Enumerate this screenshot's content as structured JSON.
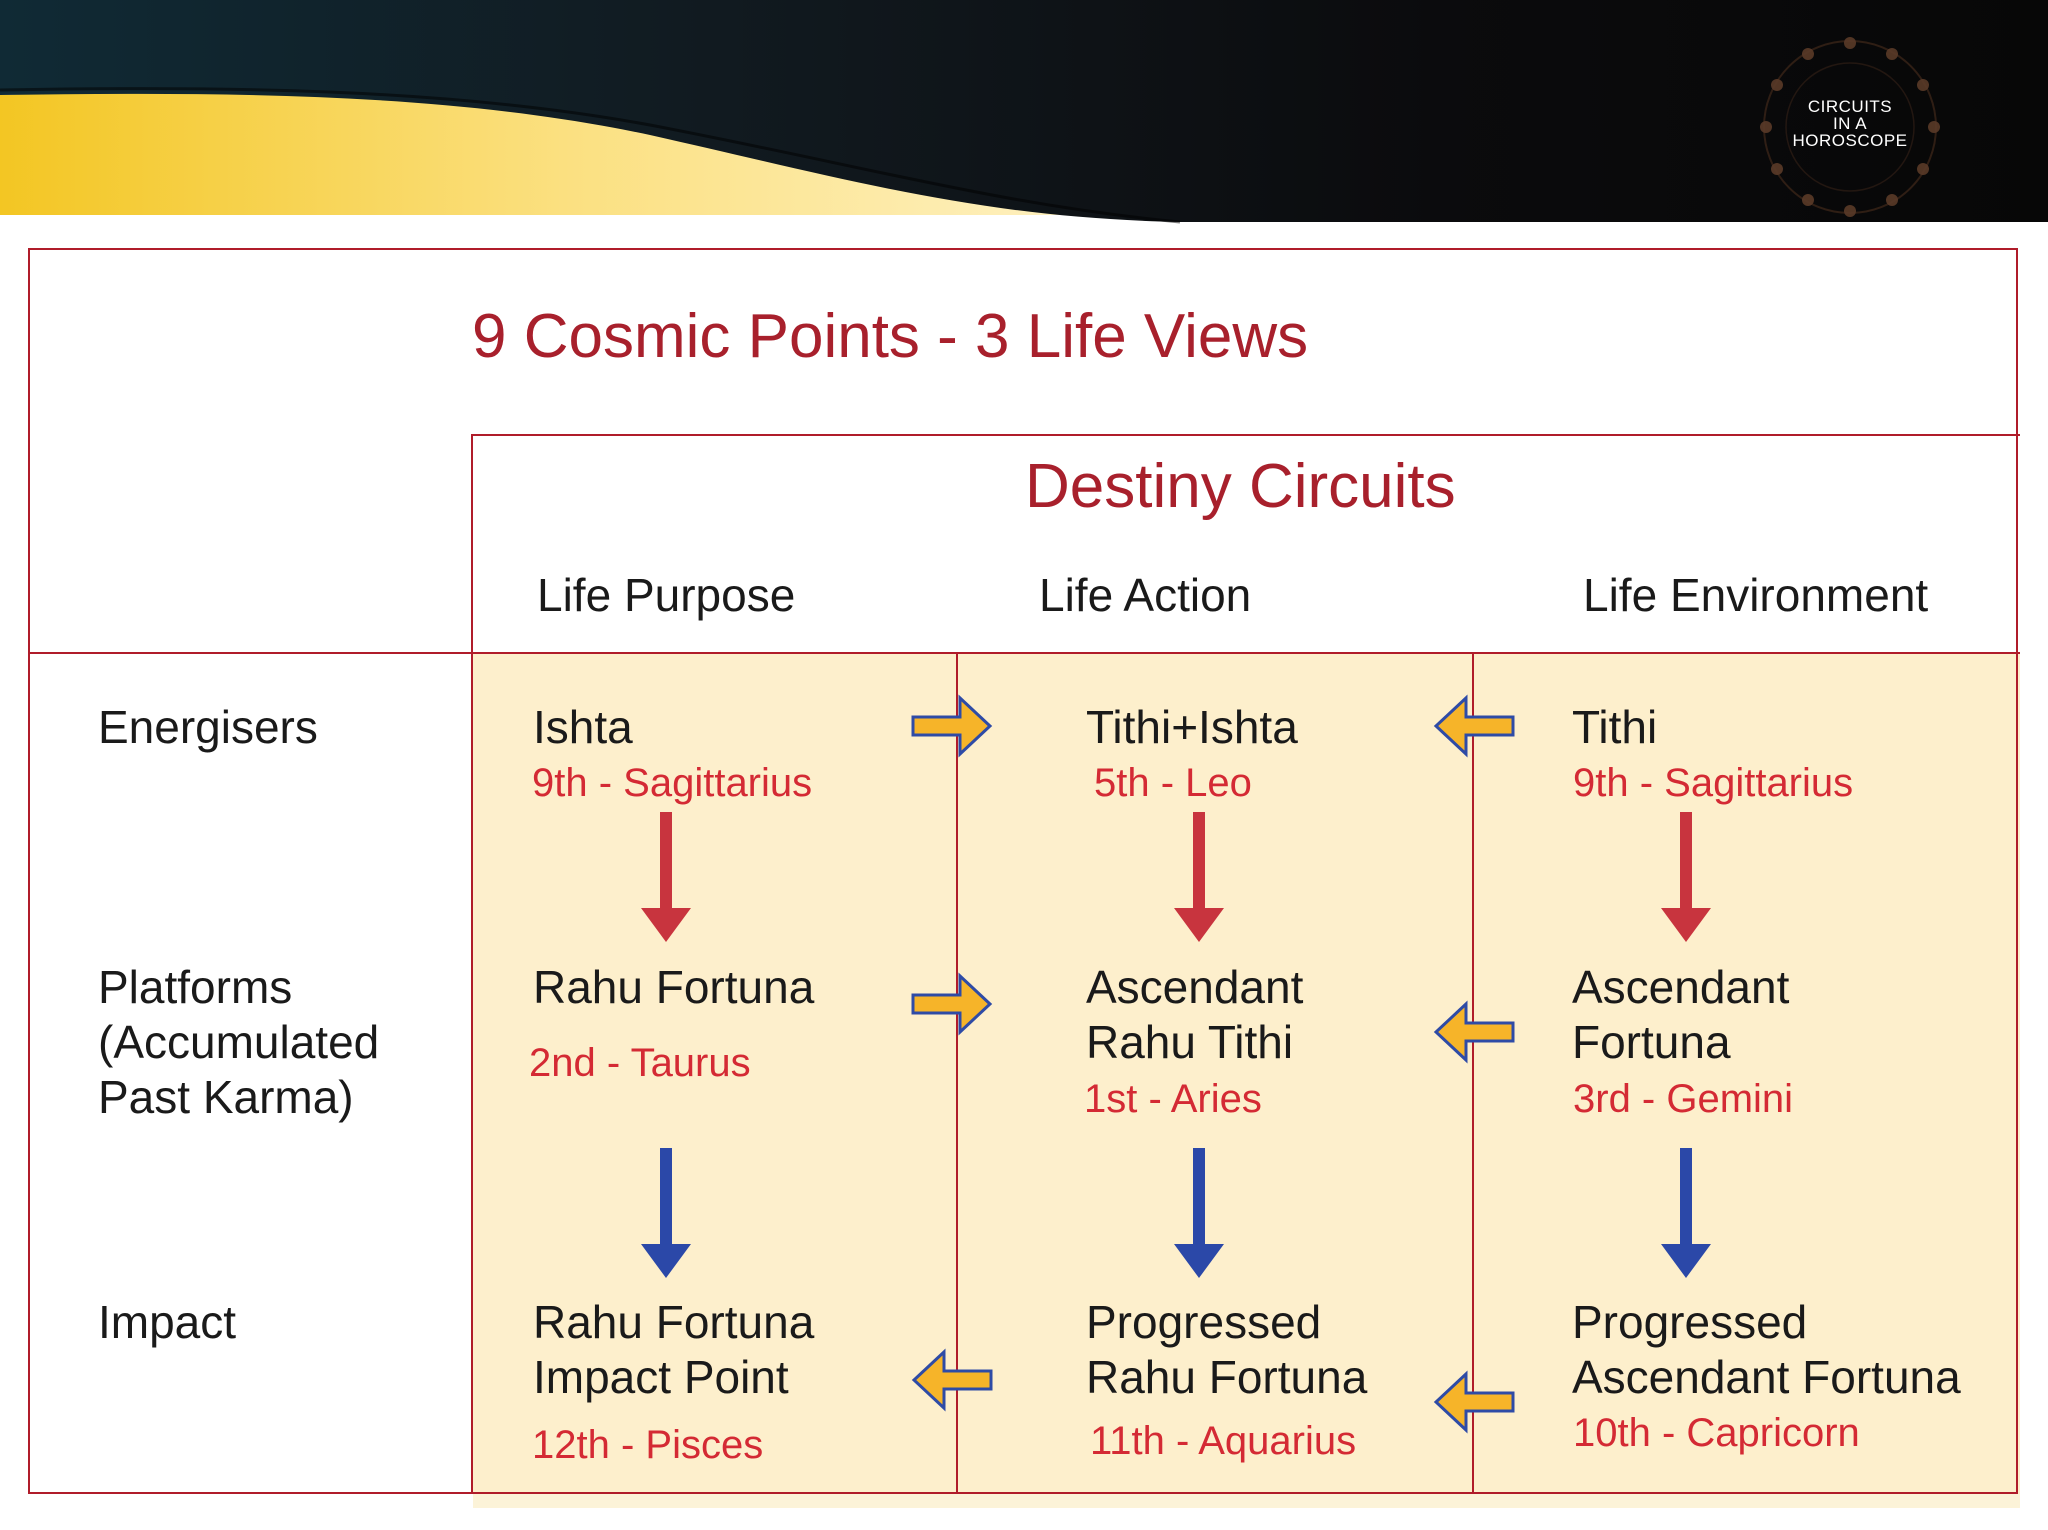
{
  "logo": {
    "lines": [
      "CIRCUITS",
      "IN A",
      "HOROSCOPE"
    ]
  },
  "slide": {
    "title": "9 Cosmic Points - 3 Life Views",
    "section_title": "Destiny Circuits",
    "columns": [
      "Life Purpose",
      "Life Action",
      "Life Environment"
    ],
    "rows": {
      "energisers": "Energisers",
      "platforms": [
        "Platforms",
        "(Accumulated",
        "Past Karma)"
      ],
      "impact": "Impact"
    },
    "cells": {
      "purpose_energiser": {
        "lines": [
          "Ishta"
        ],
        "sign": "9th - Sagittarius"
      },
      "action_energiser": {
        "lines": [
          "Tithi+Ishta"
        ],
        "sign": "5th - Leo"
      },
      "environment_energiser": {
        "lines": [
          "Tithi"
        ],
        "sign": "9th - Sagittarius"
      },
      "purpose_platform": {
        "lines": [
          "Rahu Fortuna"
        ],
        "sign": "2nd - Taurus"
      },
      "action_platform": {
        "lines": [
          "Ascendant",
          "Rahu Tithi"
        ],
        "sign": "1st - Aries"
      },
      "environment_platform": {
        "lines": [
          "Ascendant",
          "Fortuna"
        ],
        "sign": "3rd - Gemini"
      },
      "purpose_impact": {
        "lines": [
          "Rahu Fortuna",
          "Impact Point"
        ],
        "sign": "12th - Pisces"
      },
      "action_impact": {
        "lines": [
          "Progressed",
          "Rahu Fortuna"
        ],
        "sign": "11th - Aquarius"
      },
      "environment_impact": {
        "lines": [
          "Progressed",
          "Ascendant Fortuna"
        ],
        "sign": "10th - Capricorn"
      }
    }
  },
  "colors": {
    "title": "#a8202c",
    "sign": "#d42a34",
    "border": "#b01c2a",
    "cell_fill": "#fdefcc",
    "down_arrow_energy": "#c8343e",
    "down_arrow_impact": "#2b48a8",
    "side_arrow_fill": "#f6b429",
    "side_arrow_outline": "#2e4ba6"
  },
  "icons": {
    "logo": "zodiac-wheel-icon",
    "down_red": "red-down-arrow-icon",
    "down_blue": "blue-down-arrow-icon",
    "side": "gold-block-arrow-icon"
  }
}
